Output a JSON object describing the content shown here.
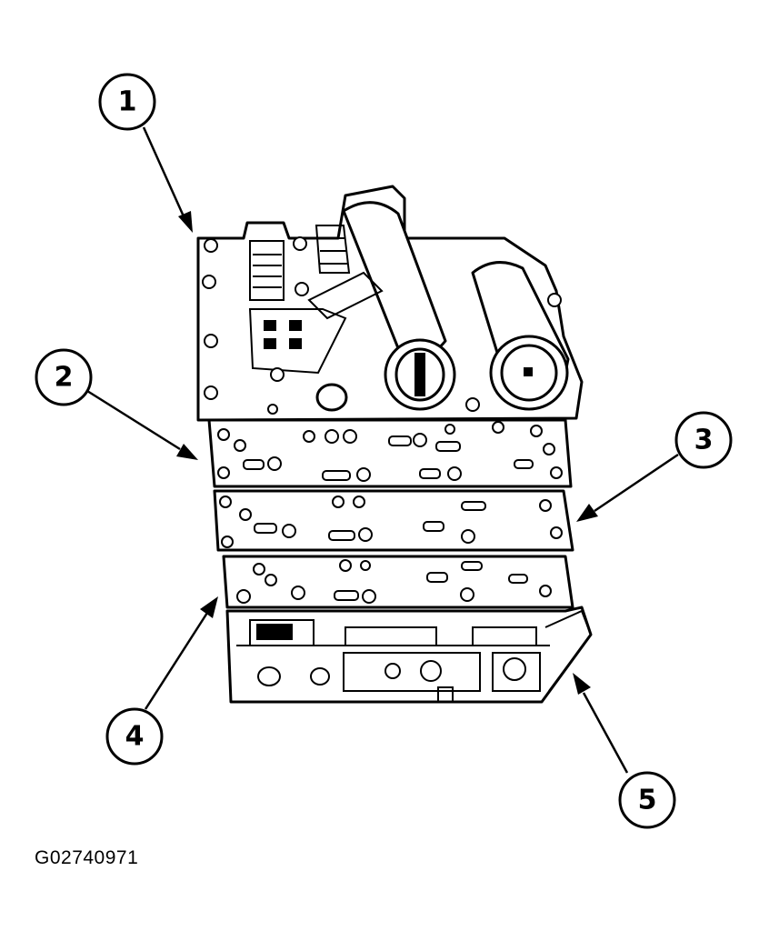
{
  "figure_code": "G02740971",
  "callouts": [
    {
      "label": "1"
    },
    {
      "label": "2"
    },
    {
      "label": "3"
    },
    {
      "label": "4"
    },
    {
      "label": "5"
    }
  ]
}
